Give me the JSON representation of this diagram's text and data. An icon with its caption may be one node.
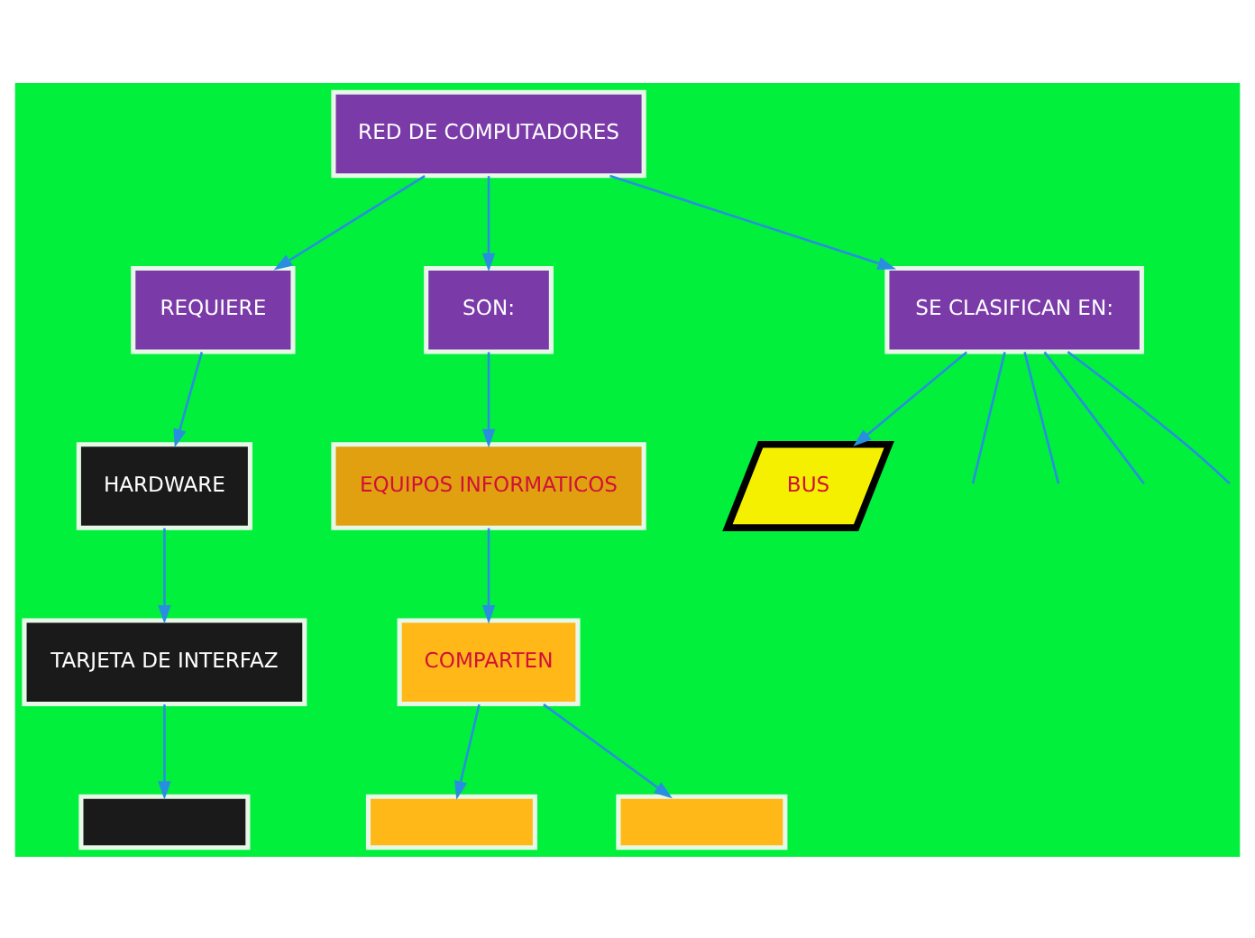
{
  "diagram": {
    "nodes": [
      {
        "text": [
          "RED DE COMPUTADORES"
        ]
      },
      {
        "text": [
          "REQUIERE"
        ]
      },
      {
        "text": [
          "SON:"
        ]
      },
      {
        "text": [
          "SE CLASIFICAN EN:"
        ]
      },
      {
        "text": [
          "HARDWARE"
        ]
      },
      {
        "text": [
          "EQUIPOS INFORMATICOS"
        ]
      },
      {
        "text": [
          "TARJETA DE INTERFAZ"
        ]
      },
      {
        "text": [
          "COMPARTEN"
        ]
      },
      {
        "text": [
          "BUS"
        ]
      },
      {
        "text": [],
        "shape": "box"
      },
      {
        "text": [],
        "shape": "box"
      },
      {
        "text": [],
        "shape": "box"
      }
    ],
    "edges": [
      {
        "from": 0,
        "to": 1,
        "arrow": "to"
      },
      {
        "from": 0,
        "to": 2,
        "arrow": "to"
      },
      {
        "from": 0,
        "to": 3,
        "arrow": "to"
      },
      {
        "from": 1,
        "to": 4,
        "arrow": "to"
      },
      {
        "from": 2,
        "to": 5,
        "arrow": "to"
      },
      {
        "from": 4,
        "to": 6,
        "arrow": "to"
      },
      {
        "from": 5,
        "to": 7,
        "arrow": "to"
      },
      {
        "from": 6,
        "to": 9,
        "arrow": "to"
      },
      {
        "from": 7,
        "to": 10,
        "arrow": "to"
      },
      {
        "from": 7,
        "to": 11,
        "arrow": "to"
      },
      {
        "from": 3,
        "to": null,
        "arrow": "none"
      },
      {
        "from": 3,
        "to": null,
        "arrow": "none"
      },
      {
        "from": 3,
        "to": null,
        "arrow": "none"
      },
      {
        "from": 3,
        "to": 8,
        "arrow": "to"
      },
      {
        "from": 3,
        "to": null,
        "arrow": "none"
      }
    ]
  }
}
